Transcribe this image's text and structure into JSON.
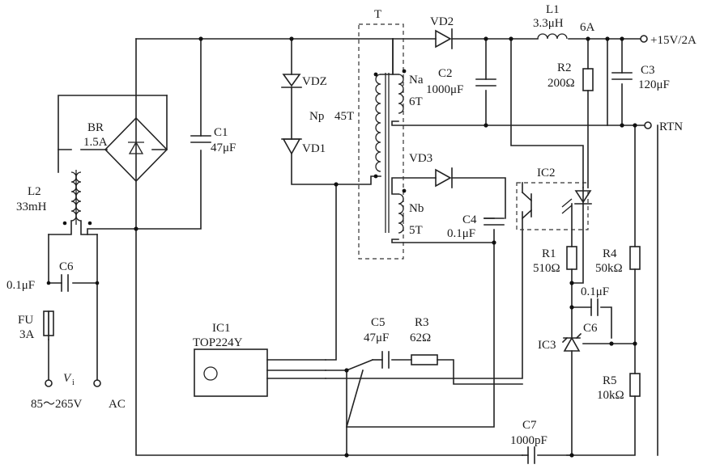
{
  "components": {
    "transformer": {
      "ref": "T",
      "primary": "Np",
      "primary_turns": "45T",
      "secondary_a": "Na",
      "secondary_a_turns": "6T",
      "secondary_b": "Nb",
      "secondary_b_turns": "5T"
    },
    "vd2": {
      "ref": "VD2"
    },
    "vd3": {
      "ref": "VD3"
    },
    "vdz": {
      "ref": "VDZ"
    },
    "vd1": {
      "ref": "VD1"
    },
    "l1": {
      "ref": "L1",
      "value": "3.3μH"
    },
    "l2": {
      "ref": "L2",
      "value": "33mH"
    },
    "br": {
      "ref": "BR",
      "value": "1.5A"
    },
    "c1": {
      "ref": "C1",
      "value": "47μF"
    },
    "c2": {
      "ref": "C2",
      "value": "1000μF"
    },
    "c3": {
      "ref": "C3",
      "value": "120μF"
    },
    "c4": {
      "ref": "C4",
      "value": "0.1μF"
    },
    "c5": {
      "ref": "C5",
      "value": "47μF"
    },
    "c6_in": {
      "ref": "C6",
      "value": "0.1μF"
    },
    "c6_out": {
      "ref": "C6",
      "value": "0.1μF"
    },
    "c7": {
      "ref": "C7",
      "value": "1000pF"
    },
    "r1": {
      "ref": "R1",
      "value": "510Ω"
    },
    "r2": {
      "ref": "R2",
      "value": "200Ω"
    },
    "r3": {
      "ref": "R3",
      "value": "62Ω"
    },
    "r4": {
      "ref": "R4",
      "value": "50kΩ"
    },
    "r5": {
      "ref": "R5",
      "value": "10kΩ"
    },
    "fu": {
      "ref": "FU",
      "value": "3A"
    },
    "ic1": {
      "ref": "IC1",
      "part": "TOP224Y"
    },
    "ic2": {
      "ref": "IC2"
    },
    "ic3": {
      "ref": "IC3"
    }
  },
  "terminals": {
    "output": "+15V/2A",
    "output_current": "6A",
    "return": "RTN",
    "input_symbol": "V",
    "input_subscript": "i",
    "input_range": "85～265V",
    "input_type": "AC"
  }
}
